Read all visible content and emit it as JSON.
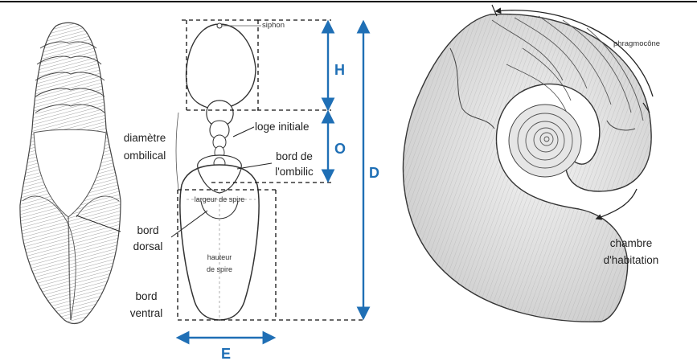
{
  "labels": {
    "siphon": "siphon",
    "diametre_ombilical_1": "diamètre",
    "diametre_ombilical_2": "ombilical",
    "loge_initiale": "loge initiale",
    "bord_ombilic_1": "bord de",
    "bord_ombilic_2": "l'ombilic",
    "largeur_de_spire": "largeur de spire",
    "bord_dorsal_1": "bord",
    "bord_dorsal_2": "dorsal",
    "hauteur_1": "hauteur",
    "hauteur_2": "de spire",
    "bord_ventral_1": "bord",
    "bord_ventral_2": "ventral",
    "phragmocone": "phragmocône",
    "chambre_1": "chambre",
    "chambre_2": "d'habitation"
  },
  "dimensions": {
    "H": "H",
    "O": "O",
    "D": "D",
    "E": "E"
  },
  "colors": {
    "dimension_blue": "#1f6fb5",
    "ink": "#333333"
  }
}
